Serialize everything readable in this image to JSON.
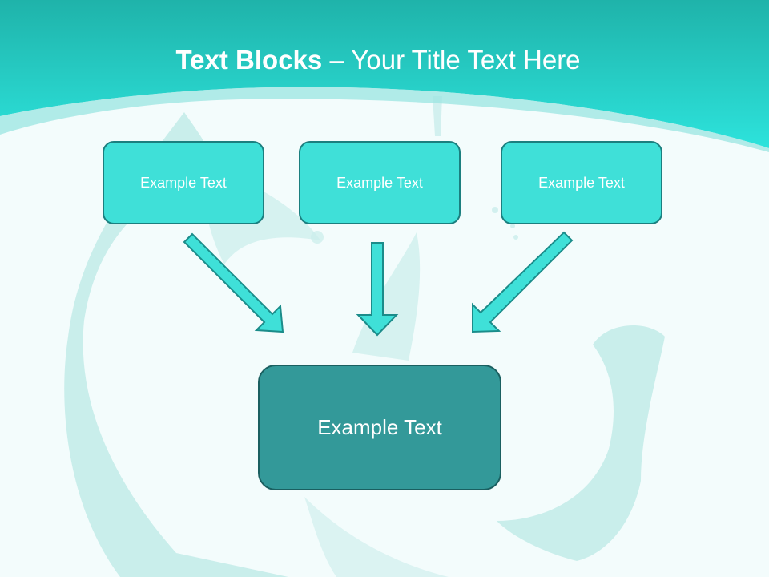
{
  "title": {
    "bold": "Text Blocks",
    "dash": "–",
    "rest": "Your Title Text Here"
  },
  "diagram": {
    "sources": [
      {
        "label": "Example Text"
      },
      {
        "label": "Example Text"
      },
      {
        "label": "Example Text"
      }
    ],
    "target": {
      "label": "Example Text"
    }
  },
  "colors": {
    "header": "#2ad6cf",
    "small_box": "#3fe0d8",
    "big_box": "#339999",
    "arrow": "#3fe0d8"
  }
}
